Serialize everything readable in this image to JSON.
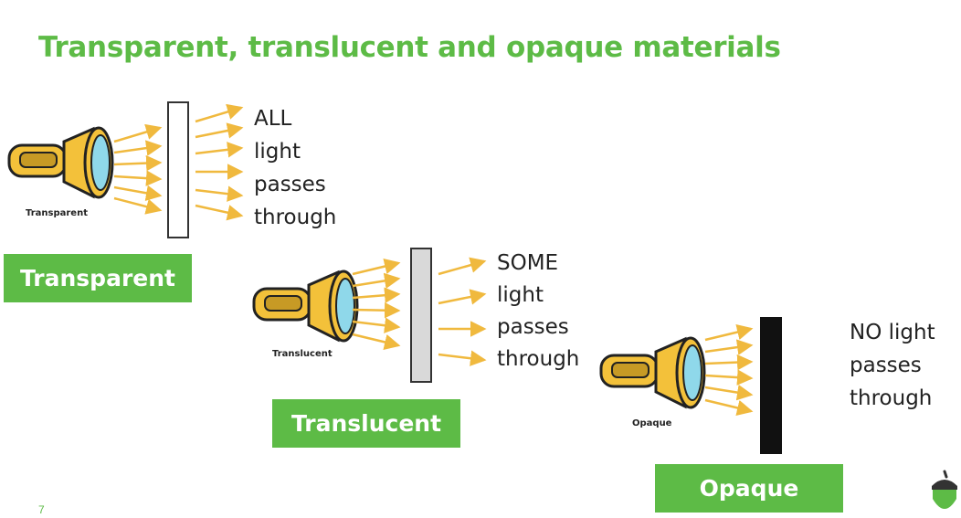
{
  "slide": {
    "title": "Transparent, translucent and opaque materials",
    "page_number": "7"
  },
  "panels": {
    "transparent": {
      "box_label": "Transparent",
      "torch_caption": "Transparent",
      "text_lines": [
        "ALL",
        "light",
        "passes",
        "through"
      ]
    },
    "translucent": {
      "box_label": "Translucent",
      "torch_caption": "Translucent",
      "text_lines": [
        "SOME",
        "light",
        "passes",
        "through"
      ]
    },
    "opaque": {
      "box_label": "Opaque",
      "torch_caption": "Opaque",
      "text_lines": [
        "NO light",
        "passes",
        "through"
      ]
    }
  },
  "colors": {
    "accent_green": "#5dbb46",
    "torch_yellow": "#f3c13a",
    "lens_blue": "#8fd8ea",
    "arrow_yellow": "#f0b93e"
  },
  "icons": [
    "torch-icon",
    "acorn-icon"
  ]
}
